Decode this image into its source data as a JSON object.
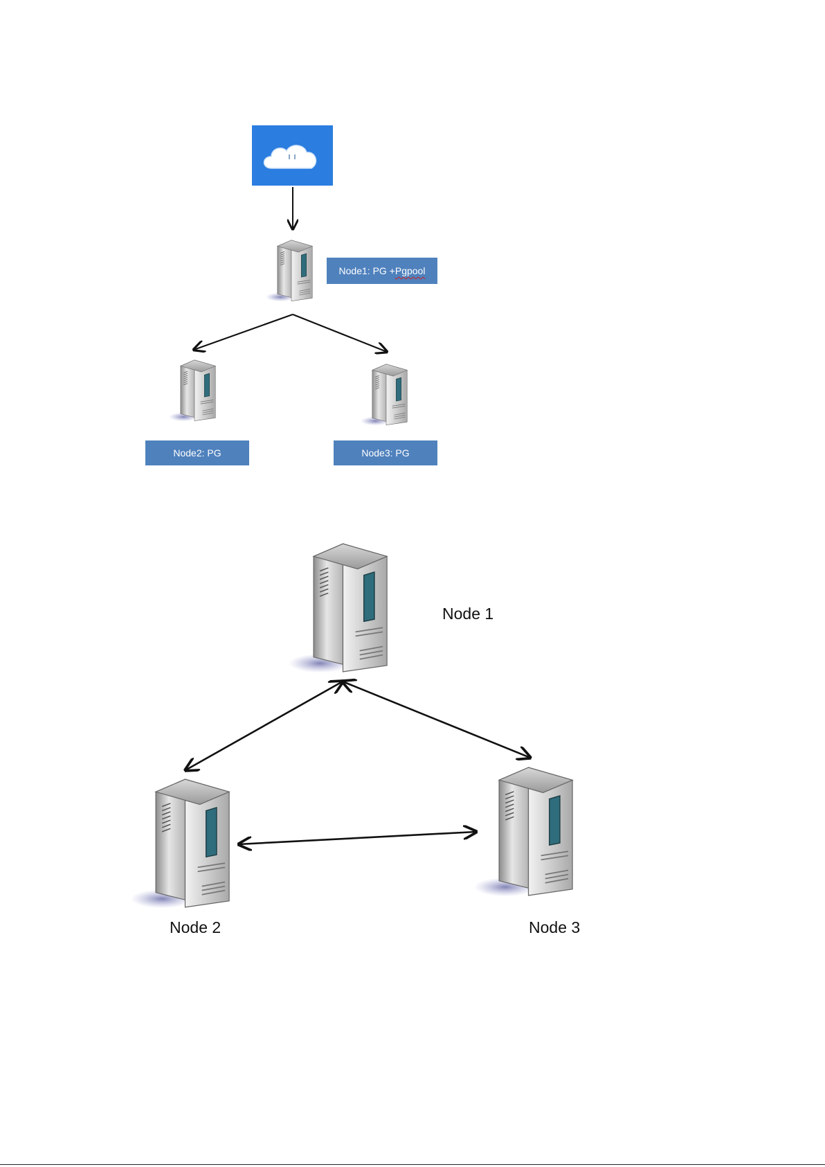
{
  "diagram1": {
    "cloud_icon": "cloud-icon",
    "server_icon": "server-icon",
    "node1_label": {
      "prefix": "Node1: PG + ",
      "misspelled": "Pgpool"
    },
    "node2_label": "Node2: PG",
    "node3_label": "Node3: PG"
  },
  "diagram2": {
    "node1_caption": "Node 1",
    "node2_caption": "Node 2",
    "node3_caption": "Node 3"
  },
  "colors": {
    "label_box": "#4f81bd",
    "cloud_box": "#2b7de0",
    "arrow": "#111111"
  }
}
